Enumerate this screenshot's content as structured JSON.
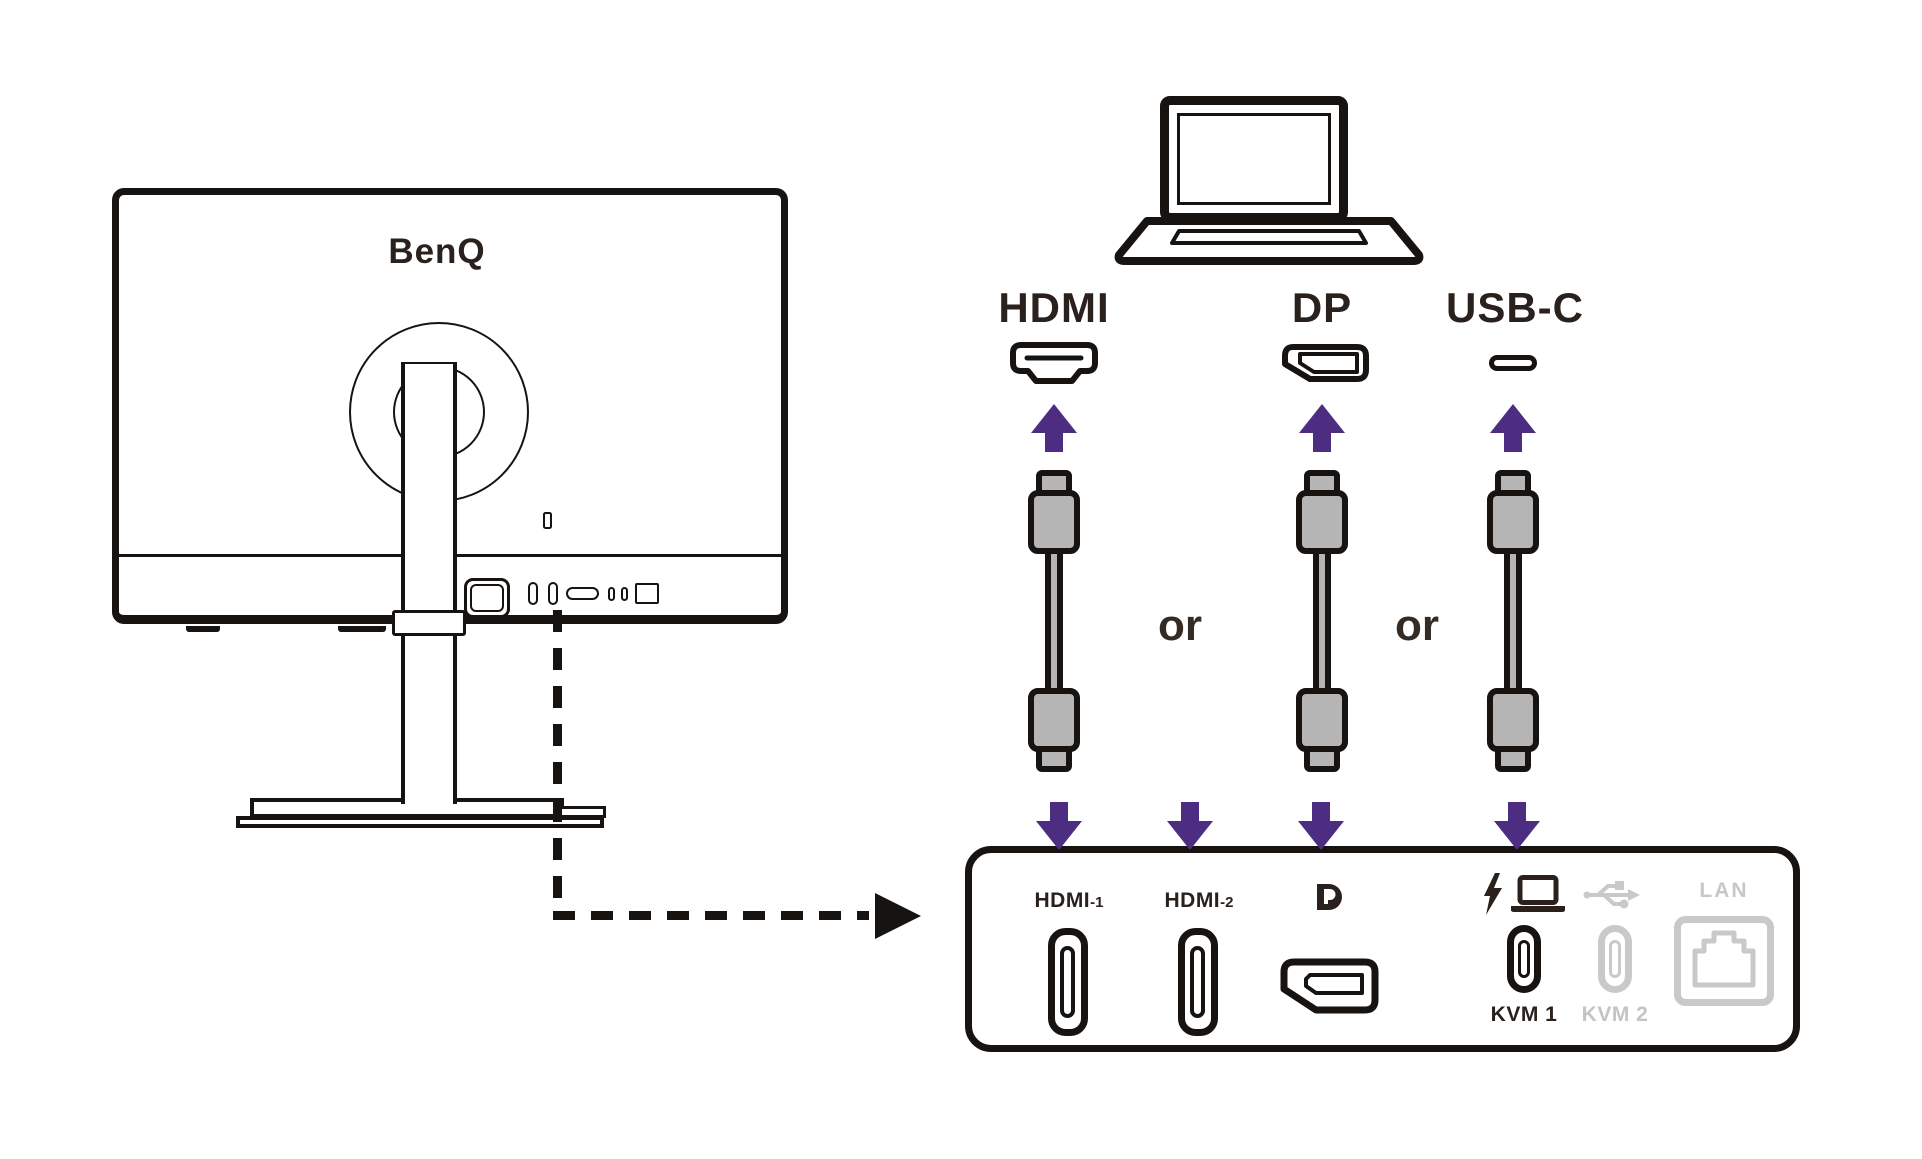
{
  "colors": {
    "ink": "#161310",
    "text": "#2a211c",
    "accent_purple": "#4d2d82",
    "cable_gray": "#b5b5b5",
    "inactive_gray": "#c9c9c9",
    "background": "#ffffff"
  },
  "monitor": {
    "brand": "BenQ"
  },
  "sources": {
    "hdmi": {
      "label": "HDMI"
    },
    "dp": {
      "label": "DP"
    },
    "usbc": {
      "label": "USB-C"
    }
  },
  "connectors_or": "or",
  "rear_panel": {
    "hdmi1": {
      "brand": "HDMI",
      "suffix": "-1"
    },
    "hdmi2": {
      "brand": "HDMI",
      "suffix": "-2"
    },
    "kvm1_label": "KVM 1",
    "kvm2_label": "KVM 2",
    "lan_label": "LAN"
  },
  "icons": {
    "laptop": "laptop-outline-icon",
    "hdmi_plug": "hdmi-connector-icon",
    "dp_plug": "displayport-connector-icon",
    "usbc_plug": "usb-c-connector-icon",
    "thunderbolt": "thunderbolt-icon",
    "usb_trident": "usb-trident-icon",
    "dp_logo": "displayport-logo-icon",
    "arrow_up": "arrow-up-icon",
    "arrow_down": "arrow-down-icon",
    "dashed_pointer": "dashed-callout-arrow-icon"
  }
}
